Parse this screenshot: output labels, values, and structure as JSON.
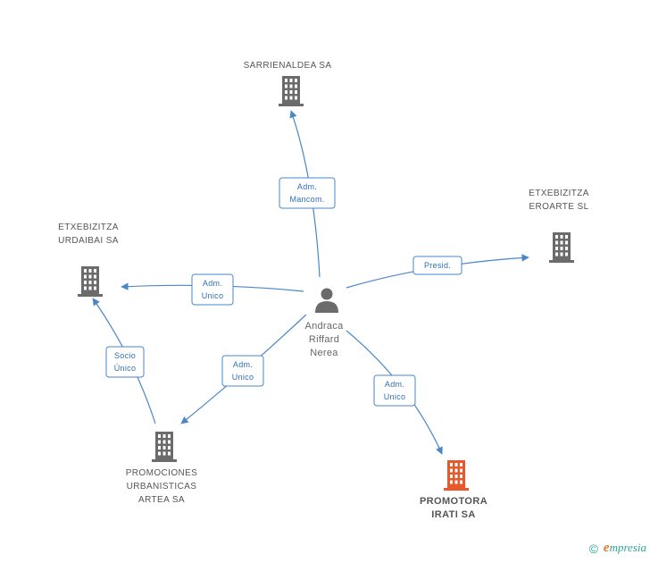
{
  "colors": {
    "edge": "#4a86c8",
    "building": "#6b6b6b",
    "building_highlight": "#e8582a",
    "person": "#6b6b6b"
  },
  "person": {
    "lines": [
      "Andraca",
      "Riffard",
      "Nerea"
    ],
    "icon": "person-icon"
  },
  "companies": [
    {
      "id": "sarrienaldea",
      "lines": [
        "SARRIENALDEA SA"
      ],
      "highlight": false,
      "icon": "building-icon"
    },
    {
      "id": "etxebizitza-eroarte",
      "lines": [
        "ETXEBIZITZA",
        "EROARTE SL"
      ],
      "highlight": false,
      "icon": "building-icon"
    },
    {
      "id": "etxebizitza-urdaibai",
      "lines": [
        "ETXEBIZITZA",
        "URDAIBAI SA"
      ],
      "highlight": false,
      "icon": "building-icon"
    },
    {
      "id": "promociones-urbanisticas",
      "lines": [
        "PROMOCIONES",
        "URBANISTICAS",
        "ARTEA SA"
      ],
      "highlight": false,
      "icon": "building-icon"
    },
    {
      "id": "promotora-irati",
      "lines": [
        "PROMOTORA",
        "IRATI SA"
      ],
      "highlight": true,
      "icon": "building-icon"
    }
  ],
  "edges": [
    {
      "from": "person",
      "to": "sarrienaldea",
      "lines": [
        "Adm.",
        "Mancom."
      ]
    },
    {
      "from": "person",
      "to": "etxebizitza-eroarte",
      "lines": [
        "Presid."
      ]
    },
    {
      "from": "person",
      "to": "etxebizitza-urdaibai",
      "lines": [
        "Adm.",
        "Unico"
      ]
    },
    {
      "from": "person",
      "to": "promociones-urbanisticas",
      "lines": [
        "Adm.",
        "Unico"
      ]
    },
    {
      "from": "person",
      "to": "promotora-irati",
      "lines": [
        "Adm.",
        "Unico"
      ]
    },
    {
      "from": "promociones-urbanisticas",
      "to": "etxebizitza-urdaibai",
      "lines": [
        "Socio",
        "Único"
      ]
    }
  ],
  "footer": {
    "copyright": "©",
    "brand_initial": "e",
    "brand_rest": "mpresia"
  }
}
